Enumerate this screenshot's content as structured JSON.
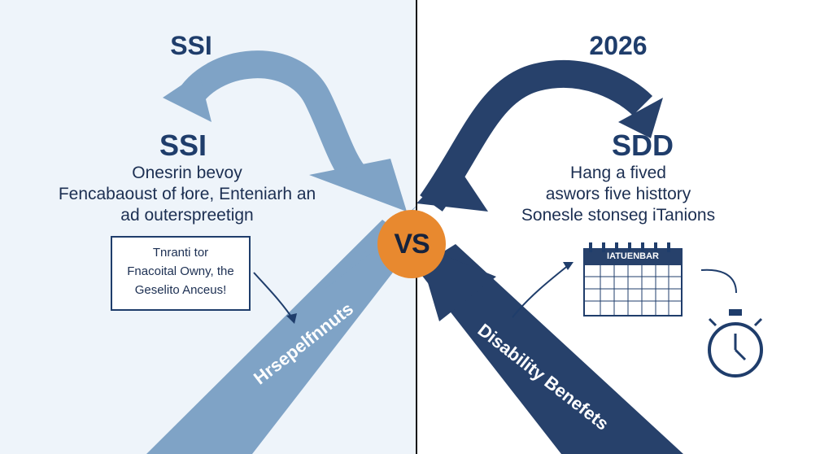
{
  "left": {
    "top_title": "SSI",
    "title": "SSI",
    "lines": [
      "Onesrin bevoy",
      "Fencabaoust of łore, Enteniarh an",
      "ad outerspreetign"
    ],
    "note_lines": [
      "Tnranti tor",
      "Fnacoital Owny, the",
      "Geselito Anceus!"
    ],
    "arrow_label": "Hrsepelfnnuts",
    "color": "#7fa3c6"
  },
  "right": {
    "top_title": "2026",
    "title": "SDD",
    "lines": [
      "Hang a fived",
      "aswors five histtory",
      "Sonesle stonseg iTanions"
    ],
    "calendar_title": "IATUENBAR",
    "arrow_label": "Disability Benefets",
    "color": "#27416b"
  },
  "center_badge": "VS",
  "colors": {
    "divider": "#111111",
    "badge": "#e8892f",
    "text": "#1f3d6b"
  }
}
